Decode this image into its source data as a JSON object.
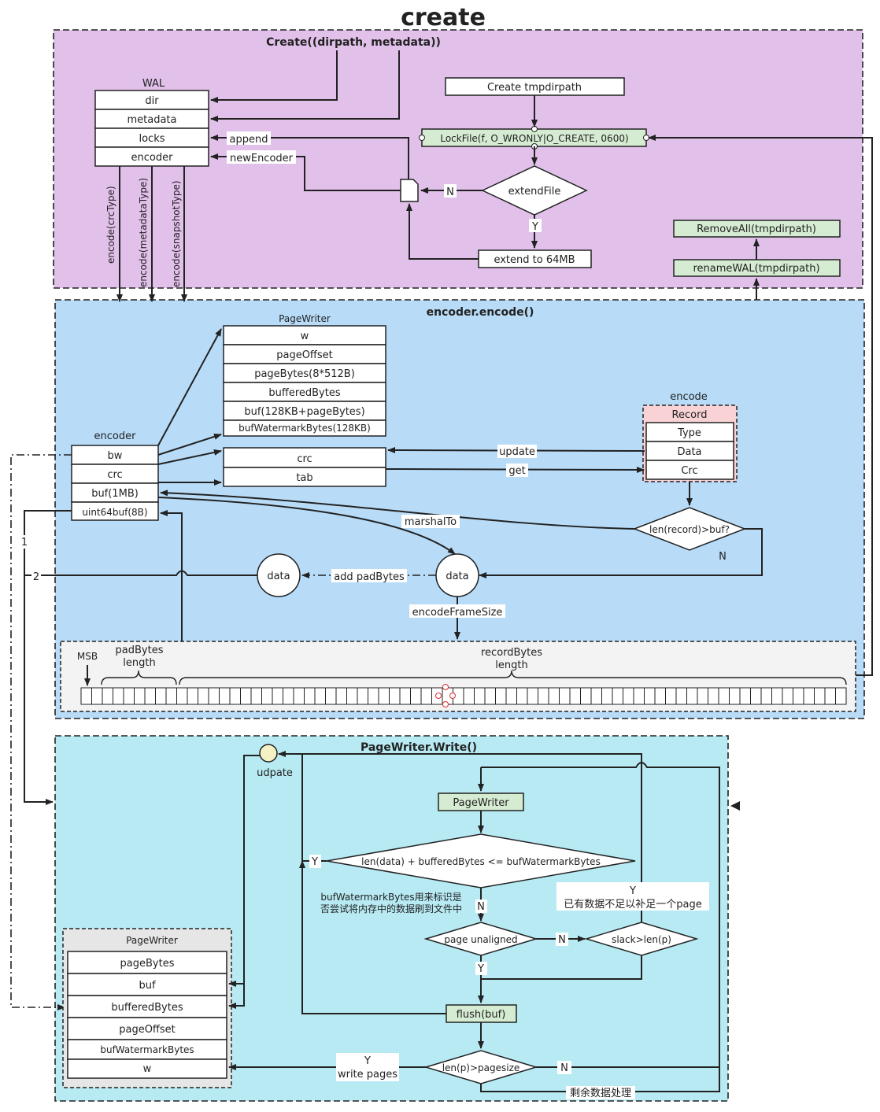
{
  "title": "create",
  "sections": {
    "create": "Create((dirpath, metadata))",
    "encode": "encoder.encode()",
    "write": "PageWriter.Write()"
  },
  "wal": {
    "title": "WAL",
    "fields": [
      "dir",
      "metadata",
      "locks",
      "encoder"
    ]
  },
  "create_flow": {
    "tmpdir": "Create tmpdirpath",
    "lockfile": "LockFile(f, O_WRONLY|O_CREATE, 0600)",
    "extendfile": "extendFile",
    "extend64": "extend to 64MB",
    "removeall": "RemoveAll(tmpdirpath)",
    "rename": "renameWAL(tmpdirpath)",
    "append": "append",
    "newencoder": "newEncoder",
    "n": "N",
    "y": "Y",
    "vlabels": [
      "encode(crcType)",
      "encode(metadataType)",
      "encode(snapshotType)"
    ]
  },
  "encoder": {
    "title": "encoder",
    "fields": [
      "bw",
      "crc",
      "buf(1MB)",
      "uint64buf(8B)"
    ]
  },
  "pagewriter1": {
    "title": "PageWriter",
    "fields": [
      "w",
      "pageOffset",
      "pageBytes(8*512B)",
      "bufferedBytes",
      "buf(128KB+pageBytes)",
      "bufWatermarkBytes(128KB)"
    ]
  },
  "crc_box": [
    "crc",
    "tab"
  ],
  "record": {
    "outer": "encode",
    "title": "Record",
    "fields": [
      "Type",
      "Data",
      "Crc"
    ]
  },
  "encode_flow": {
    "update": "update",
    "get": "get",
    "marshalto": "marshalTo",
    "cond": "len(record)>buf?",
    "n": "N",
    "data1": "data",
    "data2": "data",
    "addpad": "add padBytes",
    "framesize": "encodeFrameSize",
    "one": "1",
    "two": "2"
  },
  "frame": {
    "msb": "MSB",
    "pad": "padBytes\nlength",
    "record": "recordBytes\nlength"
  },
  "write_flow": {
    "update": "udpate",
    "pw": "PageWriter",
    "cond1": "len(data) + bufferedBytes <= bufWatermarkBytes",
    "y": "Y",
    "note": "bufWatermarkBytes用来标识是\n否尝试将内存中的数据刷到文件中",
    "n1": "N",
    "y2": "Y\n已有数据不足以补足一个page",
    "unaligned": "page unaligned",
    "n2": "N",
    "slack": "slack>len(p)",
    "y3": "Y",
    "flush": "flush(buf)",
    "cond3": "len(p)>pagesize",
    "n3": "N",
    "writepages": "Y\nwrite pages",
    "remain": "剩余数据处理"
  },
  "pagewriter2": {
    "title": "PageWriter",
    "fields": [
      "pageBytes",
      "buf",
      "bufferedBytes",
      "pageOffset",
      "bufWatermarkBytes",
      "w"
    ]
  },
  "colors": {
    "create_bg": "#e1c0ea",
    "encode_bg": "#b8dcf8",
    "write_bg": "#b7eaf3",
    "green": "#d6ecd2",
    "pink": "#f9d2d6",
    "grey": "#e6e6e6",
    "circle": "#f4f1c4"
  }
}
